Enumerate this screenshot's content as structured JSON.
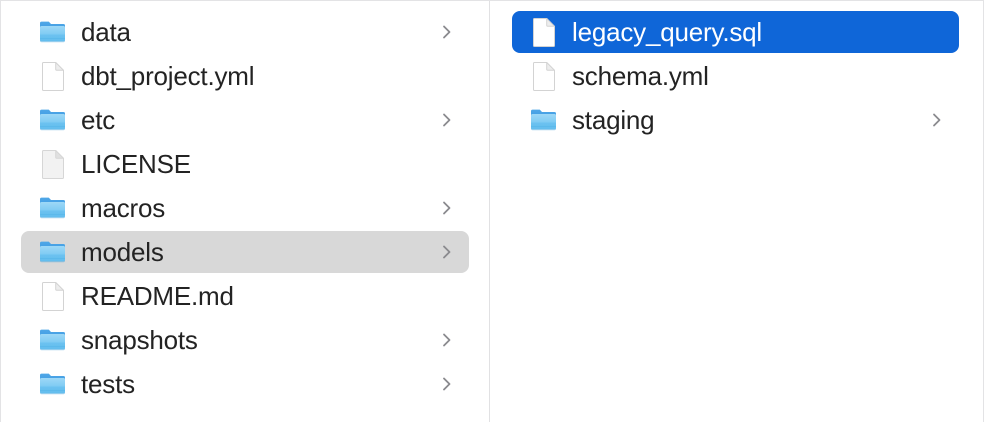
{
  "window": {
    "view_mode": "column",
    "accent_color": "#0f66d8",
    "selection_inactive_color": "#d8d8d8",
    "text_color": "#232323",
    "divider_color": "#e1e1e3",
    "background_color": "#ffffff"
  },
  "columns": [
    {
      "name": "parent-column",
      "items": [
        {
          "label": "data",
          "kind": "folder",
          "icon": "folder-icon",
          "has_chevron": true,
          "selected": false,
          "selection": "none"
        },
        {
          "label": "dbt_project.yml",
          "kind": "file",
          "icon": "document-icon",
          "has_chevron": false,
          "selected": false,
          "selection": "none"
        },
        {
          "label": "etc",
          "kind": "folder",
          "icon": "folder-icon",
          "has_chevron": true,
          "selected": false,
          "selection": "none"
        },
        {
          "label": "LICENSE",
          "kind": "file-generic",
          "icon": "document-plain-icon",
          "has_chevron": false,
          "selected": false,
          "selection": "none"
        },
        {
          "label": "macros",
          "kind": "folder",
          "icon": "folder-icon",
          "has_chevron": true,
          "selected": false,
          "selection": "none"
        },
        {
          "label": "models",
          "kind": "folder",
          "icon": "folder-icon",
          "has_chevron": true,
          "selected": true,
          "selection": "gray"
        },
        {
          "label": "README.md",
          "kind": "file",
          "icon": "document-icon",
          "has_chevron": false,
          "selected": false,
          "selection": "none"
        },
        {
          "label": "snapshots",
          "kind": "folder",
          "icon": "folder-icon",
          "has_chevron": true,
          "selected": false,
          "selection": "none"
        },
        {
          "label": "tests",
          "kind": "folder",
          "icon": "folder-icon",
          "has_chevron": true,
          "selected": false,
          "selection": "none"
        }
      ]
    },
    {
      "name": "child-column",
      "items": [
        {
          "label": "legacy_query.sql",
          "kind": "file",
          "icon": "document-icon",
          "has_chevron": false,
          "selected": true,
          "selection": "blue"
        },
        {
          "label": "schema.yml",
          "kind": "file",
          "icon": "document-icon",
          "has_chevron": false,
          "selected": false,
          "selection": "none"
        },
        {
          "label": "staging",
          "kind": "folder",
          "icon": "folder-icon",
          "has_chevron": true,
          "selected": false,
          "selection": "none"
        }
      ]
    }
  ]
}
